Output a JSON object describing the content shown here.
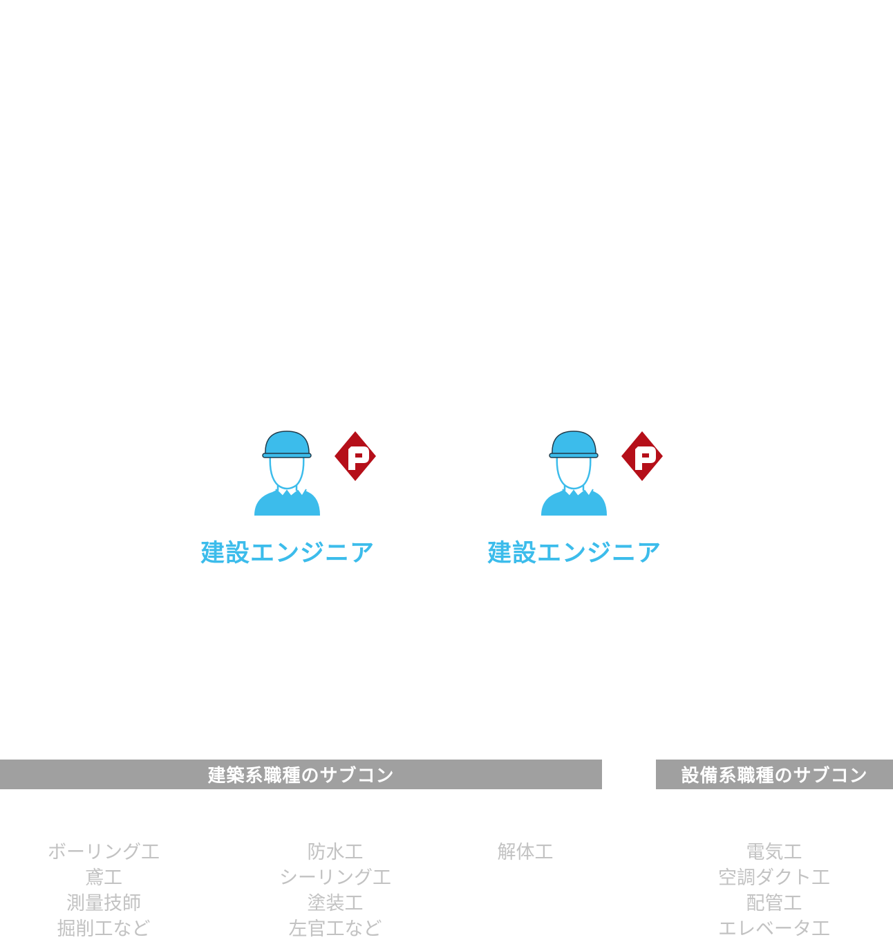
{
  "colors": {
    "engineer_blue": "#3cbceb",
    "logo_red": "#b50f19",
    "bar_gray": "#a0a0a0",
    "trade_text": "#c2c2c2"
  },
  "engineers": [
    {
      "title": "建設エンジニア",
      "icon": "engineer-hardhat-icon",
      "logo": "diamond-logo-icon"
    },
    {
      "title": "建設エンジニア",
      "icon": "engineer-hardhat-icon",
      "logo": "diamond-logo-icon"
    }
  ],
  "categories": {
    "architecture": "建築系職種のサブコン",
    "equipment": "設備系職種のサブコン"
  },
  "trades": {
    "col1": [
      "ボーリング工",
      "鳶工",
      "測量技師",
      "掘削工など"
    ],
    "col2": [
      "防水工",
      "シーリング工",
      "塗装工",
      "左官工など"
    ],
    "col3": [
      "解体工"
    ],
    "col4": [
      "電気工",
      "空調ダクト工",
      "配管工",
      "エレベータ工"
    ]
  }
}
